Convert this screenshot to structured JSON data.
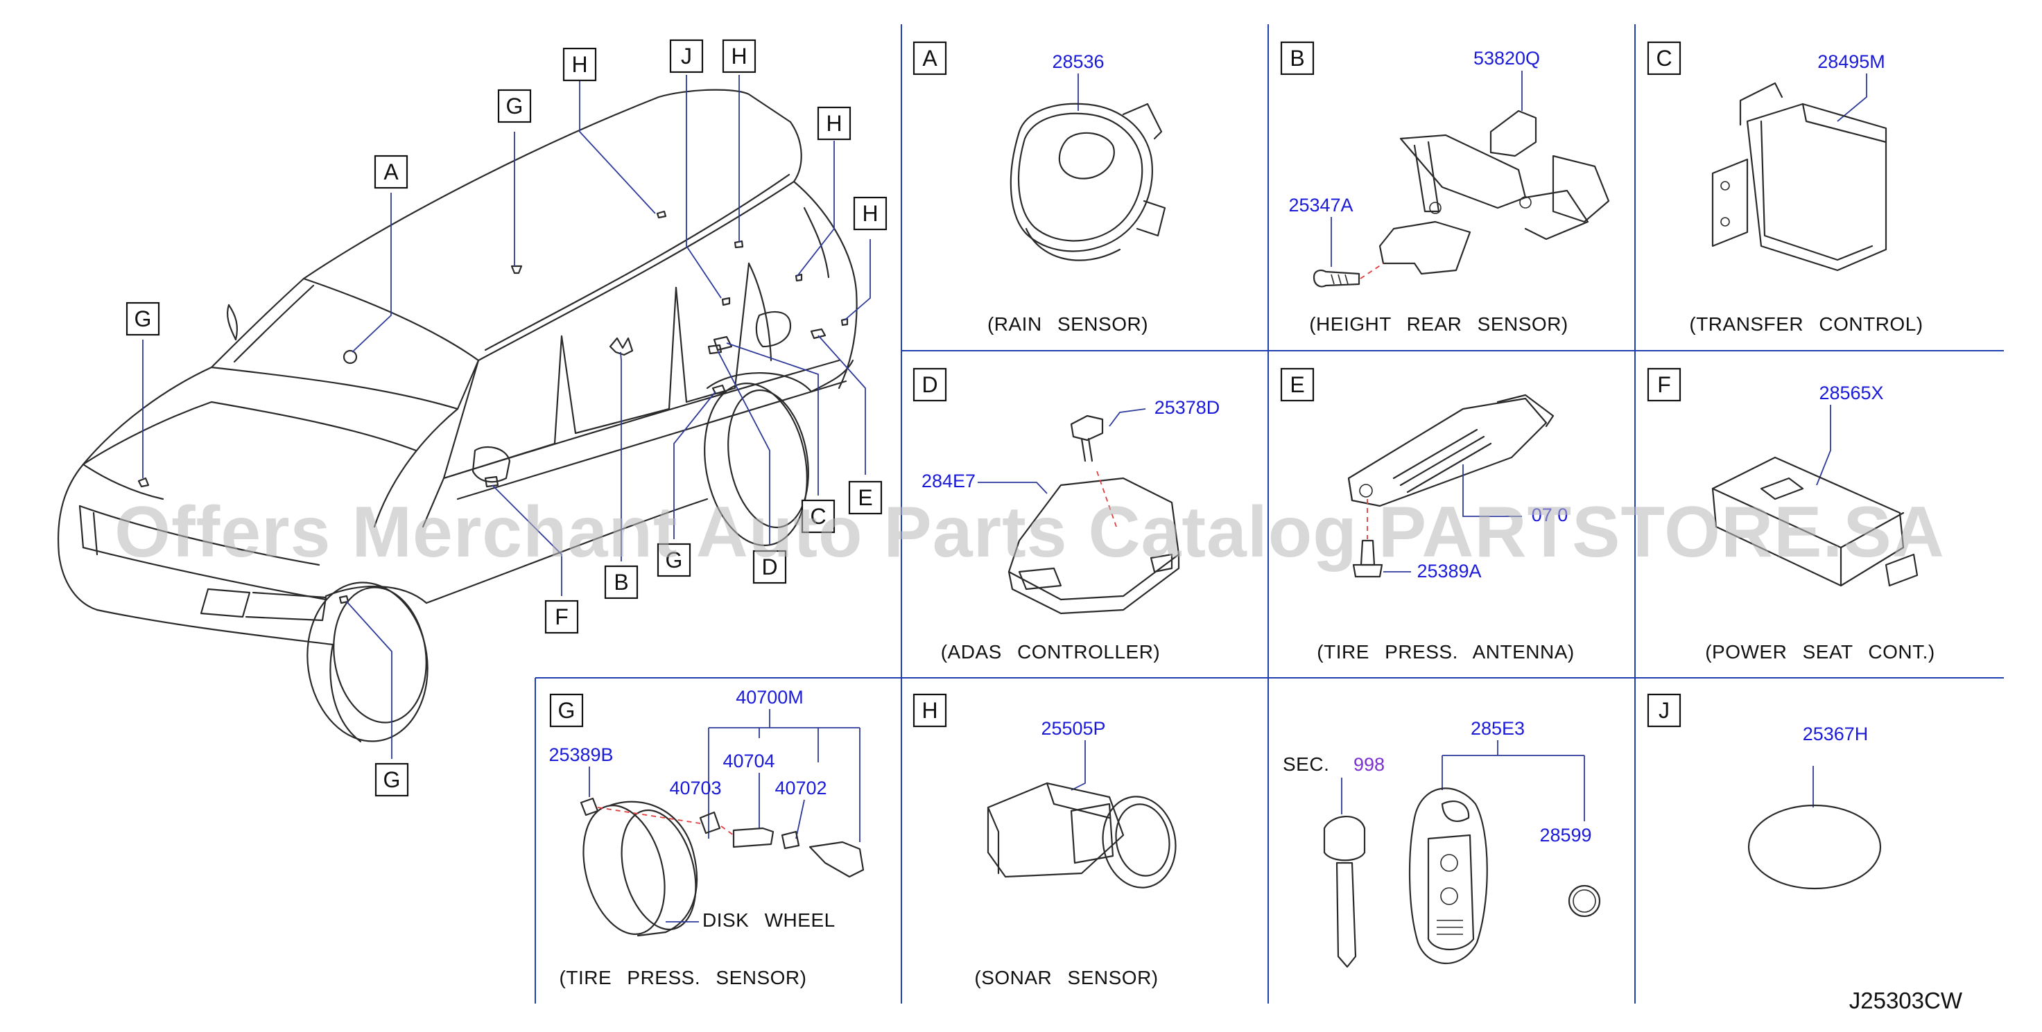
{
  "diagram_code": "J25303CW",
  "watermark": "Offers Merchant Auto Parts Catalog PARTSTORE.SA",
  "vehicle_callouts": [
    "H",
    "J",
    "H",
    "G",
    "H",
    "A",
    "H",
    "G",
    "E",
    "C",
    "D",
    "G",
    "B",
    "F",
    "G"
  ],
  "panels": {
    "A": {
      "letter": "A",
      "parts": [
        "28536"
      ],
      "caption": "(RAIN   SENSOR)"
    },
    "B": {
      "letter": "B",
      "parts": [
        "53820Q",
        "25347A"
      ],
      "caption": "(HEIGHT   REAR   SENSOR)"
    },
    "C": {
      "letter": "C",
      "parts": [
        "28495M"
      ],
      "caption": "(TRANSFER   CONTROL)"
    },
    "D": {
      "letter": "D",
      "parts": [
        "25378D",
        "284E7"
      ],
      "caption": "(ADAS   CONTROLLER)"
    },
    "E": {
      "letter": "E",
      "parts": [
        "07  0",
        "25389A"
      ],
      "caption": "(TIRE   PRESS.   ANTENNA)"
    },
    "F": {
      "letter": "F",
      "parts": [
        "28565X"
      ],
      "caption": "(POWER   SEAT   CONT.)"
    },
    "G": {
      "letter": "G",
      "parts": [
        "40700M",
        "25389B",
        "40704",
        "40703",
        "40702"
      ],
      "note": "DISK   WHEEL",
      "caption": "(TIRE   PRESS.   SENSOR)"
    },
    "H": {
      "letter": "H",
      "parts": [
        "25505P"
      ],
      "caption": "(SONAR   SENSOR)"
    },
    "KEY": {
      "sec_label": "SEC.",
      "sec_ref": "998",
      "parts": [
        "285E3",
        "28599"
      ]
    },
    "J": {
      "letter": "J",
      "parts": [
        "25367H"
      ]
    }
  }
}
